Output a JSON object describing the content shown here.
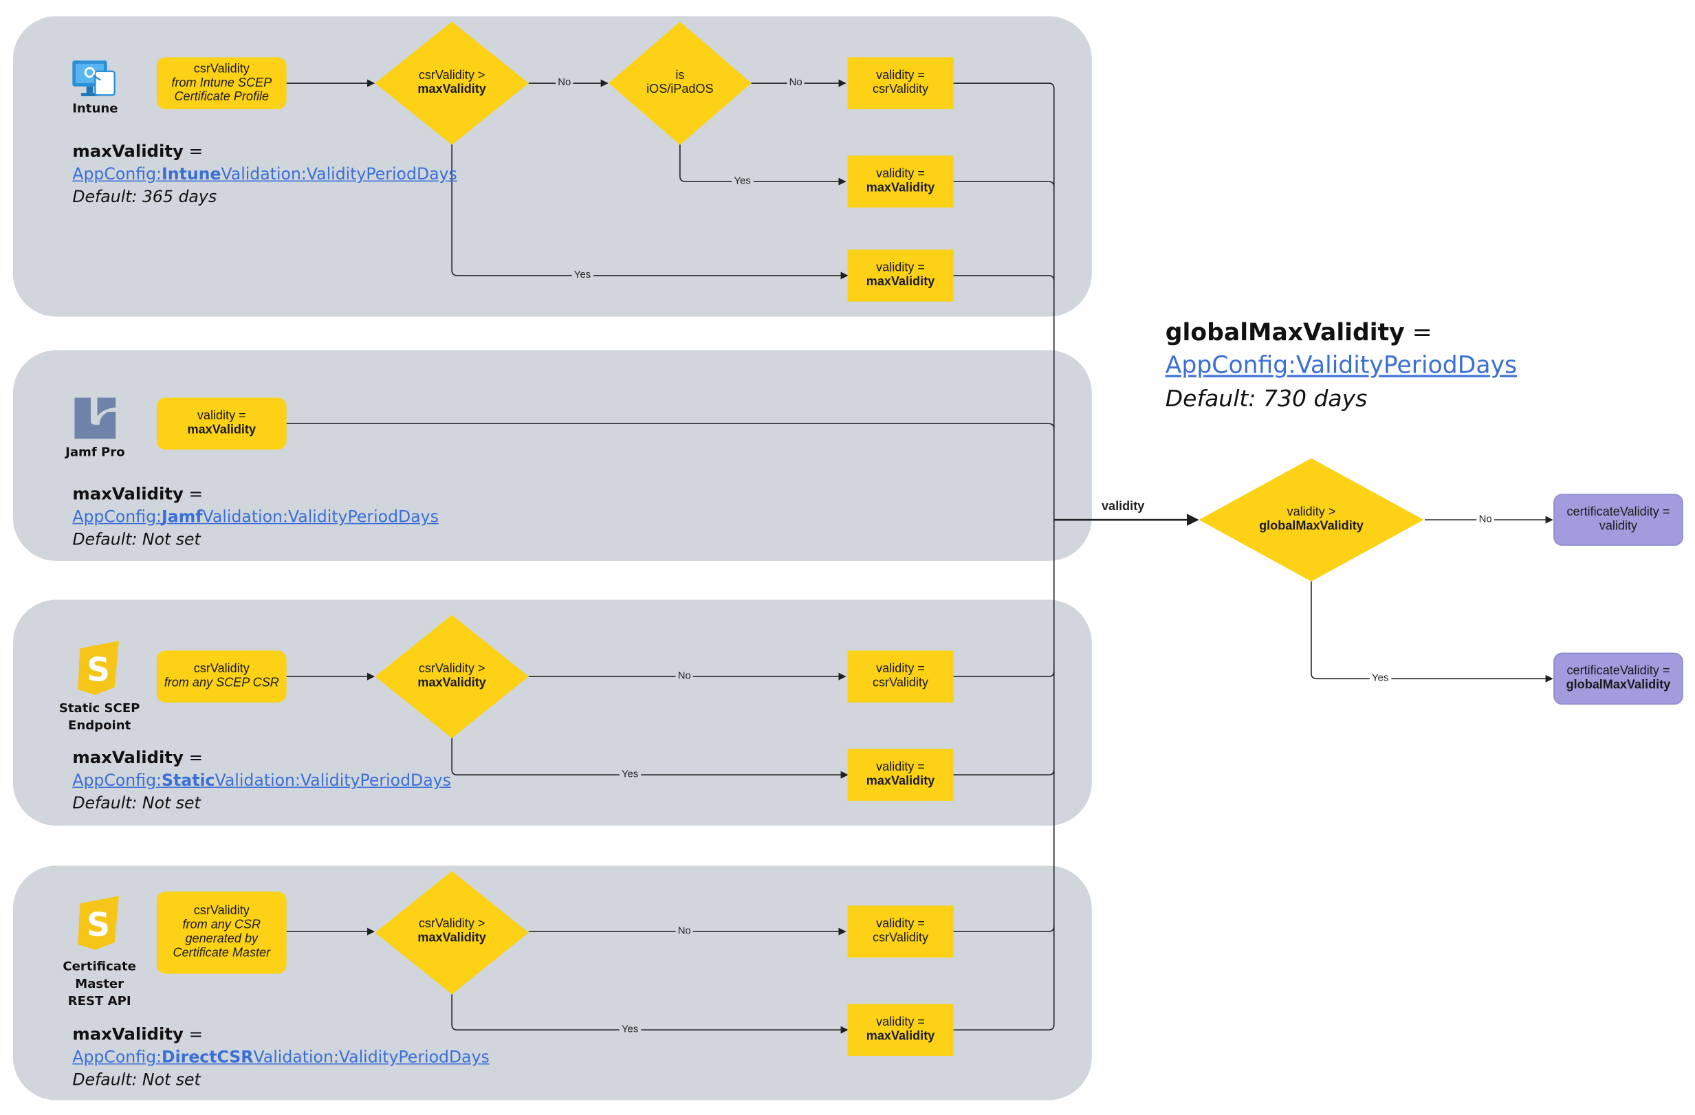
{
  "colors": {
    "panel": "#d1d6dc",
    "decision": "#fcd116",
    "result": "#a09cde",
    "link": "#3a6fd8",
    "wire": "#1f1f1f"
  },
  "sources": {
    "intune": {
      "icon": "intune-monitor-icon",
      "name": "Intune",
      "input": {
        "line1": "csrValidity",
        "line2": "from Intune SCEP",
        "line3": "Certificate Profile"
      },
      "decision": {
        "line1": "csrValidity >",
        "line2": "maxValidity"
      },
      "os_decision": {
        "line1": "is",
        "line2": "iOS/iPadOS"
      },
      "out_csr": {
        "line1": "validity =",
        "line2": "csrValidity"
      },
      "out_max_os": {
        "line1": "validity =",
        "line2": "maxValidity"
      },
      "out_max": {
        "line1": "validity =",
        "line2": "maxValidity"
      },
      "labels": {
        "no1": "No",
        "no2": "No",
        "yes_os": "Yes",
        "yes1": "Yes"
      },
      "config": {
        "var": "maxValidity",
        "eq": "=",
        "link_pre": "AppConfig:",
        "link_bold": "Intune",
        "link_post": "Validation:ValidityPeriodDays",
        "default": "Default: 365 days"
      }
    },
    "jamf": {
      "icon": "jamf-logo-icon",
      "name": "Jamf Pro",
      "out": {
        "line1": "validity =",
        "line2": "maxValidity"
      },
      "config": {
        "var": "maxValidity",
        "eq": "=",
        "link_pre": "AppConfig:",
        "link_bold": "Jamf",
        "link_post": "Validation:ValidityPeriodDays",
        "default": "Default: Not set"
      }
    },
    "static": {
      "icon": "shield-s-icon",
      "name1": "Static SCEP",
      "name2": "Endpoint",
      "input": {
        "line1": "csrValidity",
        "line2": "from any SCEP CSR"
      },
      "decision": {
        "line1": "csrValidity >",
        "line2": "maxValidity"
      },
      "out_csr": {
        "line1": "validity =",
        "line2": "csrValidity"
      },
      "out_max": {
        "line1": "validity =",
        "line2": "maxValidity"
      },
      "labels": {
        "no": "No",
        "yes": "Yes"
      },
      "config": {
        "var": "maxValidity",
        "eq": "=",
        "link_pre": "AppConfig:",
        "link_bold": "Static",
        "link_post": "Validation:ValidityPeriodDays",
        "default": "Default: Not set"
      }
    },
    "certmaster": {
      "icon": "shield-s-icon",
      "name1": "Certificate",
      "name2": "Master",
      "name3": "REST API",
      "input": {
        "line1": "csrValidity",
        "line2": "from any CSR",
        "line3": "generated by",
        "line4": "Certificate Master"
      },
      "decision": {
        "line1": "csrValidity >",
        "line2": "maxValidity"
      },
      "out_csr": {
        "line1": "validity =",
        "line2": "csrValidity"
      },
      "out_max": {
        "line1": "validity =",
        "line2": "maxValidity"
      },
      "labels": {
        "no": "No",
        "yes": "Yes"
      },
      "config": {
        "var": "maxValidity",
        "eq": "=",
        "link_pre": "AppConfig:",
        "link_bold": "DirectCSR",
        "link_post": "Validation:ValidityPeriodDays",
        "default": "Default: Not set"
      }
    }
  },
  "global": {
    "config": {
      "var": "globalMaxValidity",
      "eq": "=",
      "link": "AppConfig:ValidityPeriodDays",
      "default": "Default: 730 days"
    },
    "merge_label": "validity",
    "decision": {
      "line1": "validity >",
      "line2": "globalMaxValidity"
    },
    "no_label": "No",
    "yes_label": "Yes",
    "result_no": {
      "line1": "certificateValidity =",
      "line2": "validity"
    },
    "result_yes": {
      "line1": "certificateValidity =",
      "line2": "globalMaxValidity"
    }
  }
}
